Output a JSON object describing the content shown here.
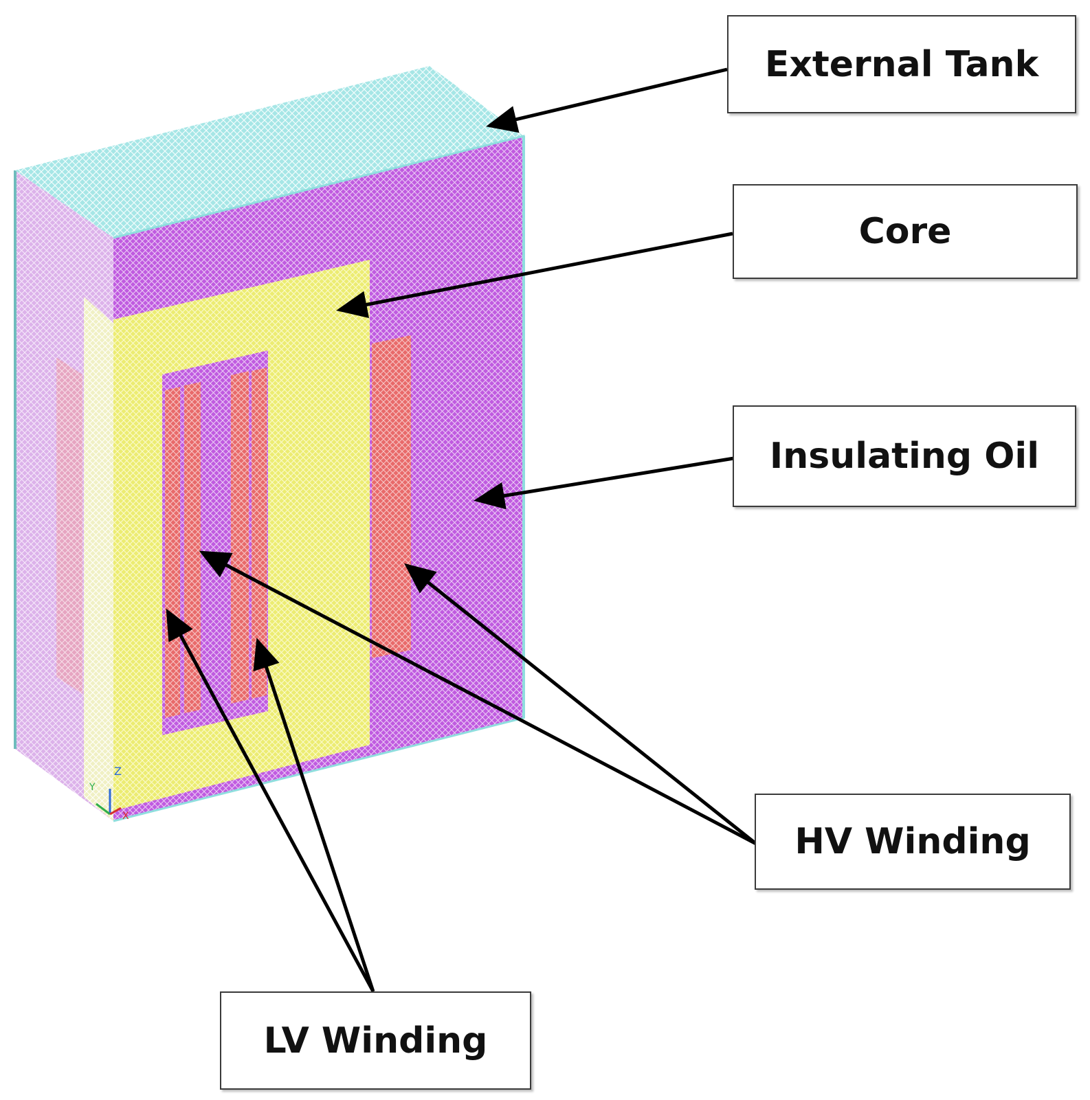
{
  "labels": {
    "external_tank": "External Tank",
    "core": "Core",
    "insulating_oil": "Insulating Oil",
    "hv_winding": "HV Winding",
    "lv_winding": "LV Winding"
  },
  "axis_triad": {
    "z": "Z",
    "x": "X",
    "y": "Y"
  },
  "colors": {
    "tank": "#8fdede",
    "oil": "#c05be0",
    "core": "#ecec72",
    "winding": "#e86a6a",
    "side_face": "#d8a7e6",
    "arrow": "#000000"
  }
}
